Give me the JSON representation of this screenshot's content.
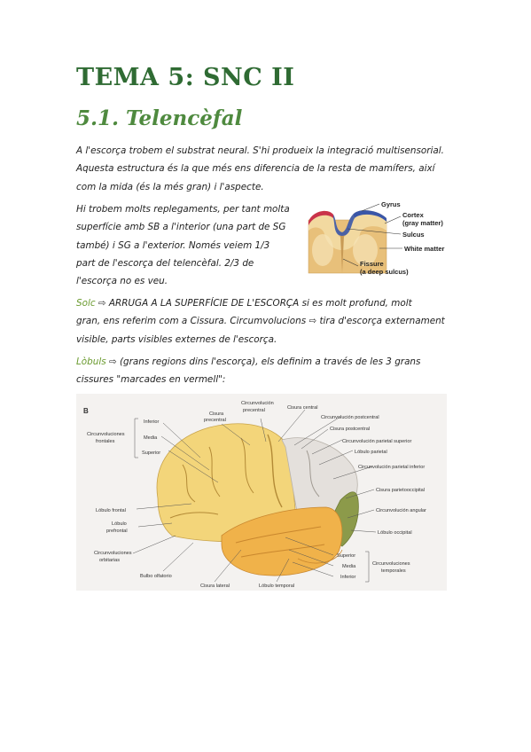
{
  "heading": "TEMA 5: SNC II",
  "subheading": "5.1. Telencèfal",
  "para1": {
    "lines": [
      "A l'escorça trobem el substrat neural. S'hi produeix la integració multisensorial.",
      "Aquesta estructura és la que més ens diferencia de la resta de mamífers, així",
      "com la mida (és la més gran) i l'aspecte."
    ]
  },
  "para2": {
    "lines": [
      "Hi trobem molts replegaments, per tant molta",
      "superfície amb SB a l'interior (una part de SG",
      "també) i SG a l'exterior. Només veiem 1/3",
      "part de l'escorça del telencèfal. 2/3 de",
      "l'escorça no es veu."
    ]
  },
  "para3": {
    "keyword": "Solc",
    "line1_rest": " ⇨ ARRUGA A LA SUPERFÍCIE DE L'ESCORÇA si es molt profund, molt",
    "line2": "gran, ens referim com a Cissura. Circumvolucions ⇨ tira d'escorça externament",
    "line3": "visible, parts visibles externes de l'escorça."
  },
  "para4": {
    "keyword": "Lòbuls",
    "line1_rest": " ⇨ (grans regions dins l'escorça), els definim a través de les 3 grans",
    "line2": "cissures \"marcades en vermell\":"
  },
  "figure1": {
    "labels": {
      "gyrus": "Gyrus",
      "cortex": "Cortex",
      "gray_matter": "(gray matter)",
      "sulcus": "Sulcus",
      "white_matter": "White matter",
      "fissure": "Fissure",
      "deep_sulcus": "(a deep sulcus)"
    }
  },
  "figure2": {
    "panel": "B",
    "labels": {
      "inferior_left": "Inferior",
      "media_left": "Media",
      "superior_left": "Superior",
      "circ_frontales": "Circunvoluciones",
      "circ_frontales2": "frontales",
      "cisura_precentral": "Cisura",
      "cisura_precentral2": "precentral",
      "circ_precentral": "Circunvolución",
      "circ_precentral2": "precentral",
      "cisura_central": "Cisura central",
      "circ_postcentral": "Circunvolución postcentral",
      "cisura_postcentral": "Cisura postcentral",
      "circ_parietal_sup": "Circunvolución parietal superior",
      "lobulo_parietal": "Lóbulo parietal",
      "circ_parietal_inf": "Circunvolución parietal inferior",
      "cisura_parietooccipital": "Cisura parietooccipital",
      "circ_angular": "Circunvolución angular",
      "lobulo_occipital": "Lóbulo occipital",
      "lobulo_frontal": "Lóbulo frontal",
      "lobulo_prefrontal": "Lóbulo",
      "lobulo_prefrontal2": "prefrontal",
      "circ_orbitarias": "Circunvoluciones",
      "circ_orbitarias2": "orbitarias",
      "bulbo_olfatorio": "Bulbo olfatorio",
      "cisura_lateral": "Cisura lateral",
      "lobulo_temporal": "Lóbulo temporal",
      "superior_right": "Superior",
      "media_right": "Media",
      "inferior_right": "Inferior",
      "circ_temporales": "Circunvoluciones",
      "circ_temporales2": "temporales"
    }
  }
}
